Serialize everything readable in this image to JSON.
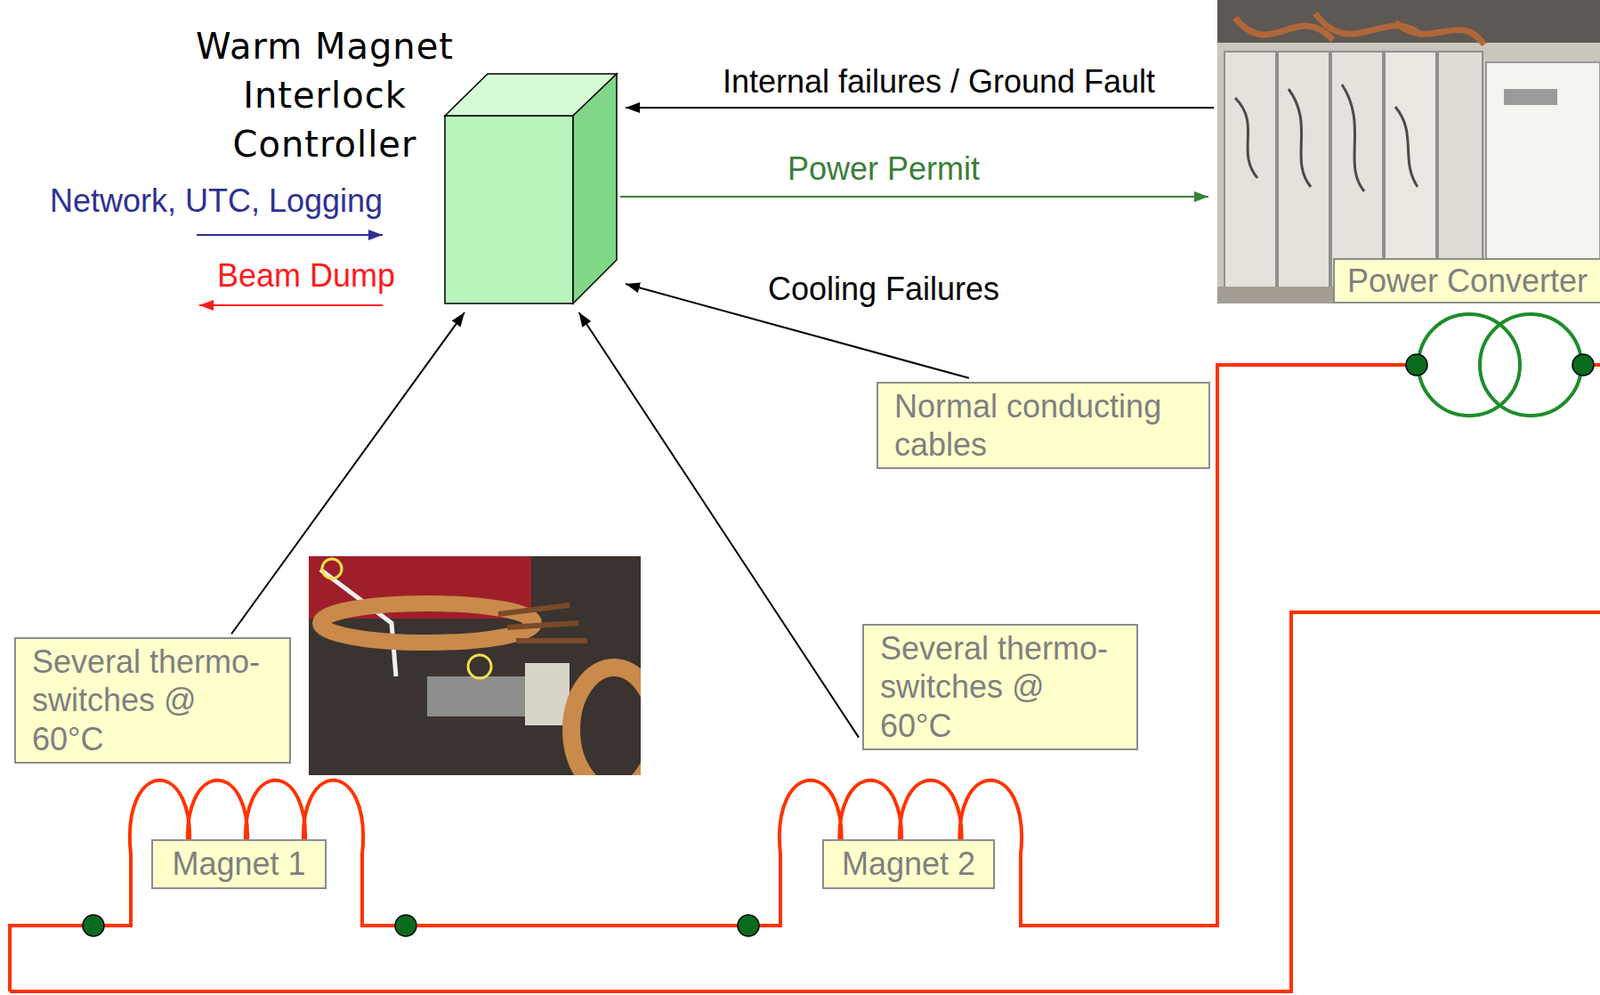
{
  "diagram": {
    "nodes": [
      {
        "text": [
          "Warm Magnet Interlock Controller"
        ]
      },
      {
        "text": [
          "Power Converter"
        ]
      },
      {
        "text": [
          "Normal conducting cables"
        ]
      },
      {
        "text": [
          "Several thermo-switches @ 60°C"
        ]
      },
      {
        "text": [
          "Magnet 1"
        ]
      },
      {
        "text": [
          "Several thermo-switches @ 60°C"
        ]
      },
      {
        "text": [
          "Magnet 2"
        ]
      }
    ],
    "edges": [
      {
        "from": 1,
        "to": 0,
        "arrow": "to",
        "label": "Internal failures / Ground Fault"
      },
      {
        "from": 0,
        "to": 1,
        "arrow": "to",
        "label": "Power Permit"
      },
      {
        "from": 2,
        "to": 0,
        "arrow": "to",
        "label": "Cooling Failures"
      },
      {
        "from": 3,
        "to": 0,
        "arrow": "to"
      },
      {
        "from": 5,
        "to": 0,
        "arrow": "to"
      }
    ],
    "labels": [
      "Network, UTC, Logging",
      "Beam Dump"
    ]
  }
}
